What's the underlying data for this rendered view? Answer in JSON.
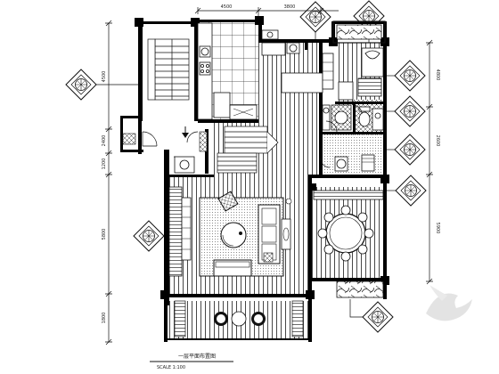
{
  "drawing": {
    "title": "一层平面布置图",
    "subtitle": "SCALE 1:100"
  },
  "dimensions": {
    "top": [
      "4500",
      "3800"
    ],
    "left": [
      "4500",
      "2400",
      "1200",
      "5800",
      "1800"
    ],
    "right": [
      "4800",
      "2600",
      "5900"
    ]
  },
  "symbols": {
    "elevation_marker_count": 9,
    "marker_icon": "diamond-elevation-icon",
    "watermark_icon": "bird-watermark-icon"
  },
  "colors": {
    "line": "#111111",
    "wall": "#000000",
    "paper": "#ffffff",
    "hatch": "#555555"
  }
}
